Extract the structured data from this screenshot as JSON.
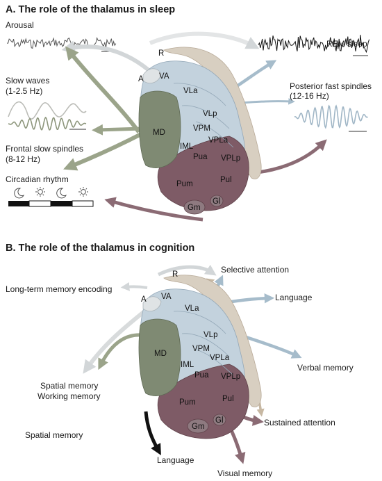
{
  "panel_a": {
    "title": "A. The role of the thalamus in sleep",
    "labels": {
      "arousal": "Arousal",
      "rem": "REM sleep",
      "slow_waves_1": "Slow waves",
      "slow_waves_2": "(1-2.5 Hz)",
      "posterior_1": "Posterior fast spindles",
      "posterior_2": "(12-16 Hz)",
      "frontal_1": "Frontal slow spindles",
      "frontal_2": "(8-12 Hz)",
      "circadian": "Circadian rhythm"
    }
  },
  "panel_b": {
    "title": "B. The role of the thalamus in cognition",
    "labels": {
      "selective": "Selective attention",
      "ltm": "Long-term memory encoding",
      "language_top": "Language",
      "verbal": "Verbal memory",
      "spatial_working_1": "Spatial memory",
      "spatial_working_2": "Working memory",
      "spatial": "Spatial memory",
      "sustained": "Sustained attention",
      "language_bottom": "Language",
      "visual": "Visual memory"
    }
  },
  "nuclei": {
    "R": "R",
    "A": "A",
    "VA": "VA",
    "VLa": "VLa",
    "VLp": "VLp",
    "VPM": "VPM",
    "VPLa": "VPLa",
    "VPLp": "VPLp",
    "MD": "MD",
    "IML": "IML",
    "Pua": "Pua",
    "Pum": "Pum",
    "Pul": "Pul",
    "Gm": "Gm",
    "Gl": "Gl"
  },
  "colors": {
    "blue_nuclei": "#c3d2dd",
    "md": "#7f8a73",
    "pulvinar": "#7e5b66",
    "reticular": "#d8cfc1",
    "arrow_grey": "#d2d6d8",
    "arrow_olive": "#9ba48a",
    "arrow_blue": "#a6bccb",
    "arrow_plum": "#8b6b74",
    "arrow_tan": "#c7b8a3"
  },
  "icons": [
    "moon-icon",
    "sun-icon",
    "moon-icon",
    "sun-icon"
  ]
}
